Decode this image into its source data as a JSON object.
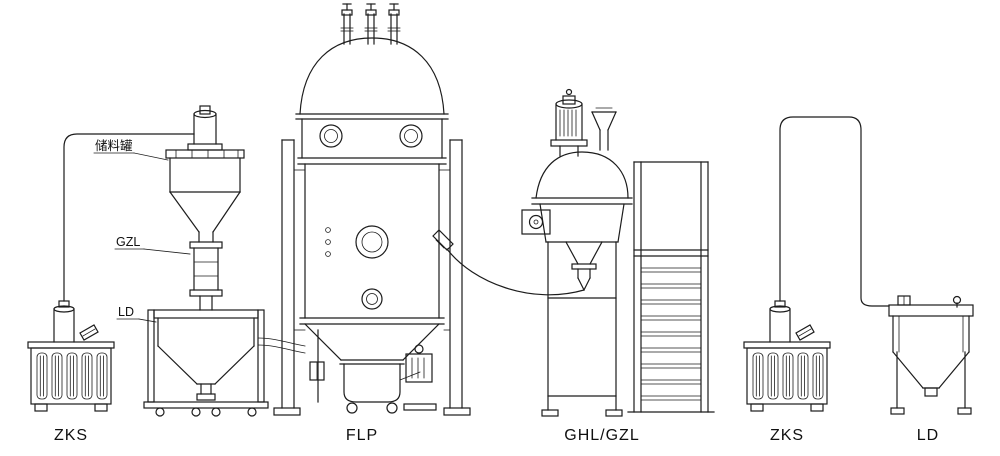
{
  "diagram": {
    "background_color": "#ffffff",
    "line_color": "#1c1c1c",
    "callouts": {
      "storage_tank": "储料罐",
      "granulator_feeder": "GZL",
      "hopper": "LD"
    },
    "equipment_labels": [
      {
        "id": "zks-left",
        "label": "ZKS"
      },
      {
        "id": "flp",
        "label": "FLP"
      },
      {
        "id": "ghl-gzl",
        "label": "GHL/GZL"
      },
      {
        "id": "zks-right",
        "label": "ZKS"
      },
      {
        "id": "ld-right",
        "label": "LD"
      }
    ]
  }
}
